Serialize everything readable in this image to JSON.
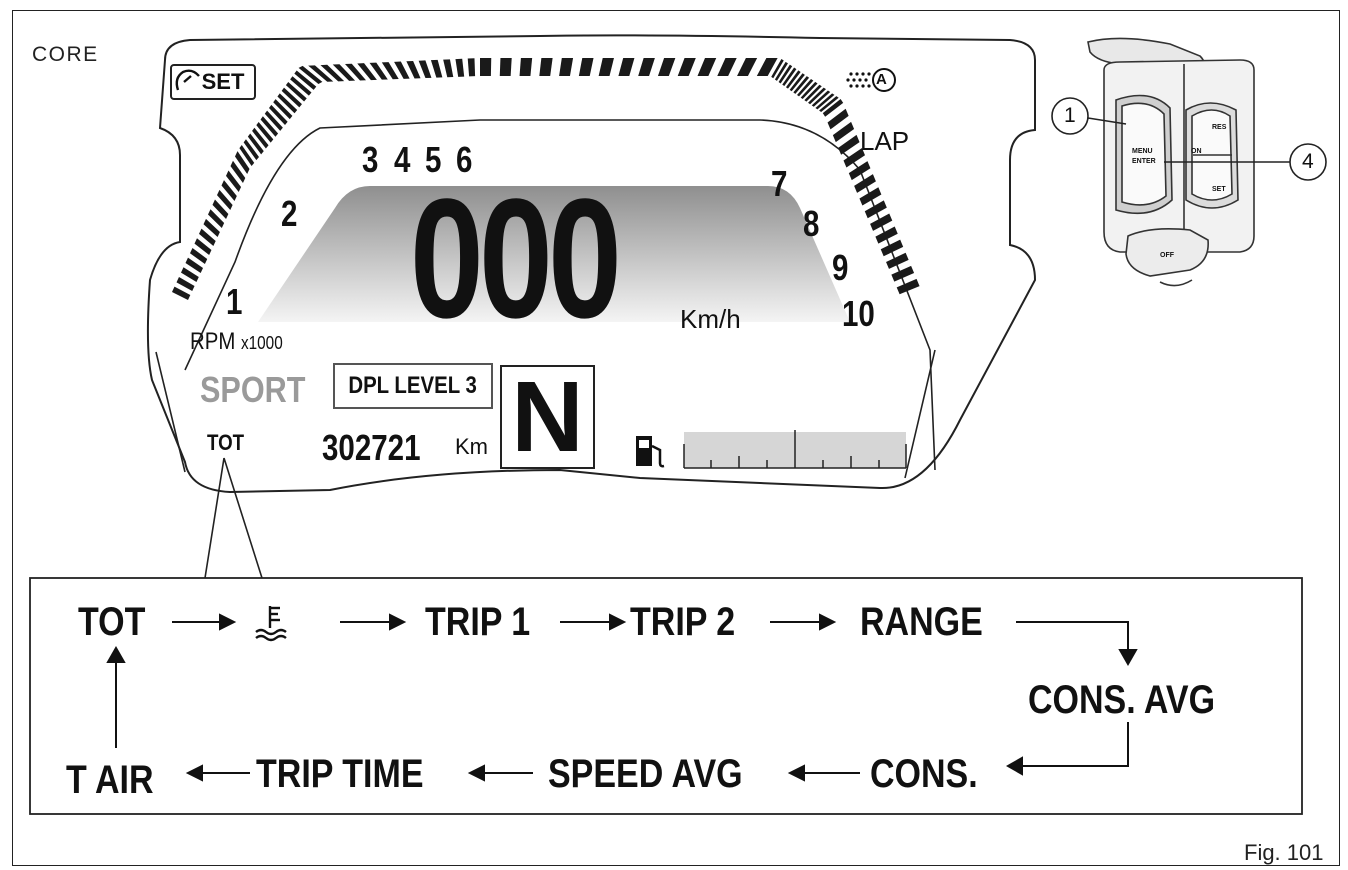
{
  "labels": {
    "core": "CORE",
    "fig": "Fig. 101"
  },
  "dashboard": {
    "set_label": "SET",
    "lap_label": "LAP",
    "rpm_numbers": [
      "1",
      "2",
      "3",
      "4",
      "5",
      "6",
      "7",
      "8",
      "9",
      "10"
    ],
    "speed": "000",
    "speed_unit": "Km/h",
    "rpm_label": "RPM",
    "rpm_multiplier": "x1000",
    "mode": "SPORT",
    "dpl": "DPL LEVEL 3",
    "gear": "N",
    "display_selector": "TOT",
    "odometer": "302721",
    "odometer_unit": "Km",
    "mode_color": "#9a9a9a",
    "auto_icon_letter": "A"
  },
  "controls": {
    "callout_1": "1",
    "callout_4": "4",
    "menu_text": "MENU",
    "enter_text": "ENTER",
    "res_text": "RES",
    "on_text": "ON",
    "set_text": "SET",
    "off_text": "OFF"
  },
  "cycle": {
    "items": [
      "TOT",
      "TRIP 1",
      "TRIP 2",
      "RANGE",
      "CONS. AVG",
      "CONS.",
      "SPEED AVG",
      "TRIP TIME",
      "T AIR"
    ],
    "coolant_icon": "coolant-temperature-icon"
  }
}
